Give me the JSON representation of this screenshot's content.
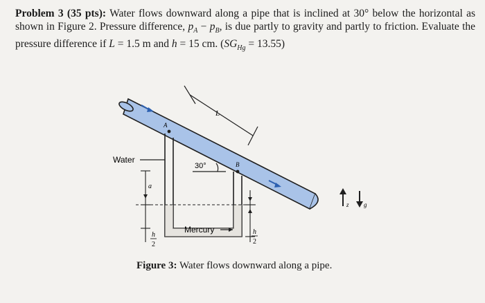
{
  "problem": {
    "label": "Problem 3 (35 pts):",
    "text_part1": " Water flows downward along a pipe that is inclined at 30° below the horizontal as shown in Figure 2. Pressure difference, ",
    "pA": "p",
    "pA_sub": "A",
    "minus": " − ",
    "pB": "p",
    "pB_sub": "B",
    "text_part2": ", is due partly to gravity and partly to friction. Evaluate the pressure difference if ",
    "L_var": "L",
    "L_val": " = 1.5 m and ",
    "h_var": "h",
    "h_val": " = 15 cm. (",
    "sg_var": "SG",
    "sg_sub": "Hg",
    "sg_val": " = 13.55)"
  },
  "figure": {
    "water_label": "Water",
    "angle_label": "30°",
    "mercury_label": "Mercury",
    "length_label": "L",
    "point_a_label": "A",
    "point_b_label": "B",
    "dim_a_label": "a",
    "half_h_left": {
      "num": "h",
      "den": "2"
    },
    "half_h_right": {
      "num": "h",
      "den": "2"
    },
    "axis_z_label": "z",
    "axis_g_label": "g",
    "caption_label": "Figure 3:",
    "caption_text": " Water flows downward along a pipe.",
    "colors": {
      "pipe_fill": "#a9c3e8",
      "outline": "#1f1f1f",
      "arrow": "#2b5fb0"
    }
  }
}
